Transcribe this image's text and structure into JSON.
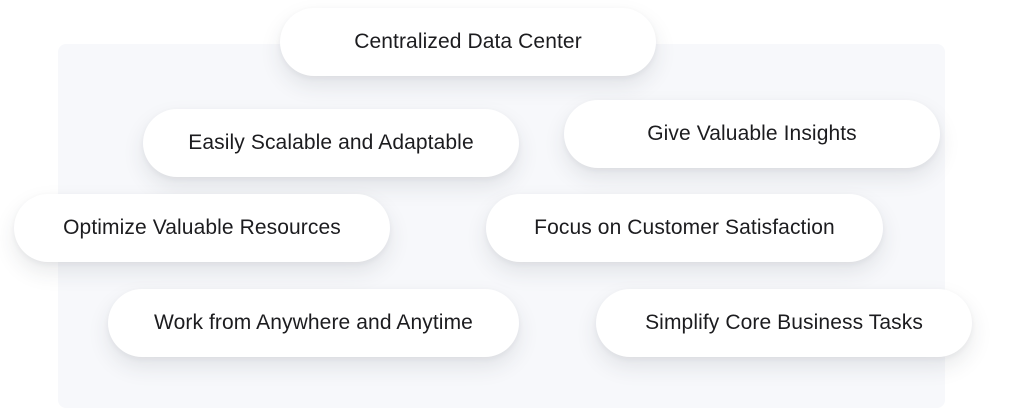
{
  "benefits": [
    {
      "label": "Centralized Data Center"
    },
    {
      "label": "Easily Scalable and Adaptable"
    },
    {
      "label": "Give Valuable Insights"
    },
    {
      "label": "Optimize Valuable Resources"
    },
    {
      "label": "Focus on Customer Satisfaction"
    },
    {
      "label": "Work from Anywhere and Anytime"
    },
    {
      "label": "Simplify Core Business Tasks"
    }
  ]
}
